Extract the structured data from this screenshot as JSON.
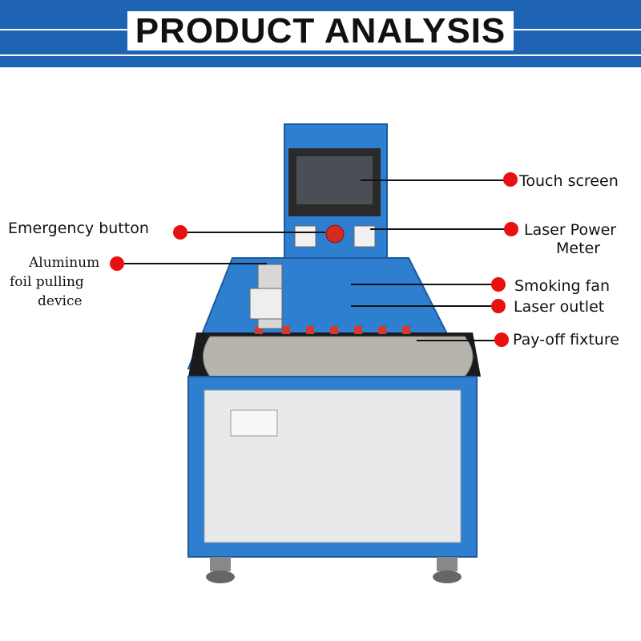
{
  "header": {
    "title": "PRODUCT ANALYSIS"
  },
  "callouts": {
    "touch_screen": "Touch screen",
    "emergency_button": "Emergency button",
    "laser_power_meter_line1": "Laser Power",
    "laser_power_meter_line2": "Meter",
    "aluminum_line1": "Aluminum",
    "aluminum_line2": "foil pulling",
    "aluminum_line3": "device",
    "smoking_fan": "Smoking fan",
    "laser_outlet": "Laser outlet",
    "payoff_fixture": "Pay-off fixture"
  },
  "colors": {
    "banner": "#1f63b4",
    "machine_frame": "#2f7fd0",
    "panel": "#e8e9eb",
    "callout_dot": "#e8110f"
  }
}
